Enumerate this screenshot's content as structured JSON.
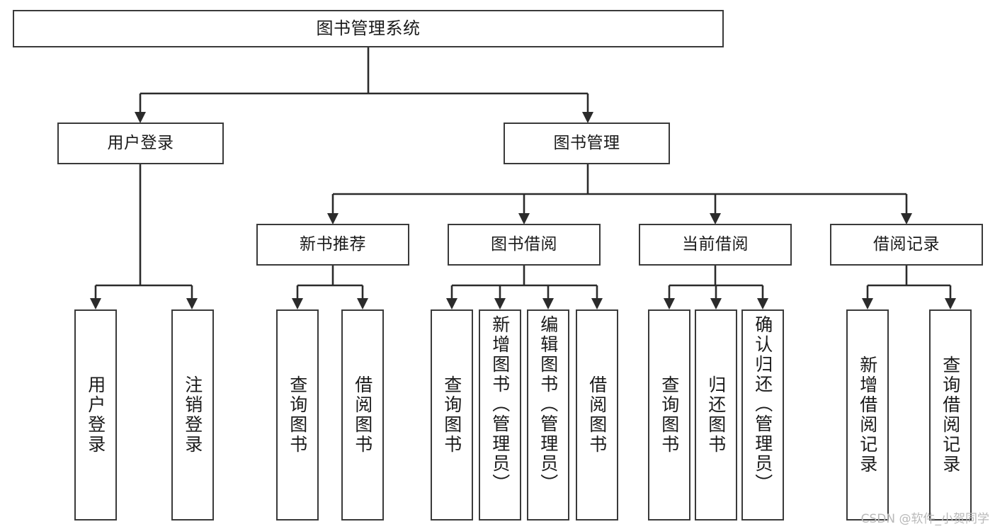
{
  "diagram": {
    "title": "图书管理系统",
    "type": "hierarchy-tree",
    "root": {
      "label": "图书管理系统"
    },
    "level2": [
      {
        "id": "user-login",
        "label": "用户登录"
      },
      {
        "id": "book-manage",
        "label": "图书管理"
      }
    ],
    "level3": [
      {
        "id": "new-book-recommend",
        "label": "新书推荐",
        "parent": "book-manage"
      },
      {
        "id": "book-borrow",
        "label": "图书借阅",
        "parent": "book-manage"
      },
      {
        "id": "current-borrow",
        "label": "当前借阅",
        "parent": "book-manage"
      },
      {
        "id": "borrow-record",
        "label": "借阅记录",
        "parent": "book-manage"
      }
    ],
    "leaves": {
      "user_login": [
        {
          "id": "leaf-user-login",
          "label": "用户登录"
        },
        {
          "id": "leaf-logout-login",
          "label": "注销登录"
        }
      ],
      "new_book_recommend": [
        {
          "id": "leaf-query-book-1",
          "label": "查询图书"
        },
        {
          "id": "leaf-borrow-book-1",
          "label": "借阅图书"
        }
      ],
      "book_borrow": [
        {
          "id": "leaf-query-book-2",
          "label": "查询图书"
        },
        {
          "id": "leaf-add-book",
          "label": "新增图书（管理员）"
        },
        {
          "id": "leaf-edit-book",
          "label": "编辑图书（管理员）"
        },
        {
          "id": "leaf-borrow-book-2",
          "label": "借阅图书"
        }
      ],
      "current_borrow": [
        {
          "id": "leaf-query-book-3",
          "label": "查询图书"
        },
        {
          "id": "leaf-return-book",
          "label": "归还图书"
        },
        {
          "id": "leaf-confirm-return",
          "label": "确认归还（管理员）"
        }
      ],
      "borrow_record": [
        {
          "id": "leaf-add-record",
          "label": "新增借阅记录"
        },
        {
          "id": "leaf-query-record",
          "label": "查询借阅记录"
        }
      ]
    }
  },
  "watermark": {
    "text": "CSDN @软件_小贺同学"
  },
  "colors": {
    "box_border": "#3a3a3a",
    "box_fill": "#ffffff",
    "line": "#2b2b2b",
    "text": "#1a1a1a",
    "watermark": "#b9b9b9",
    "background": "#ffffff"
  }
}
